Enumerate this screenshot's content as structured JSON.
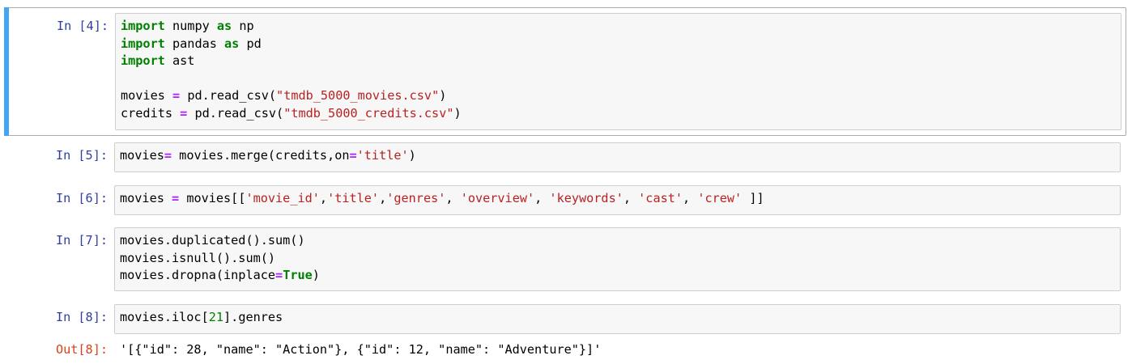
{
  "notebook": {
    "cells": [
      {
        "prompt": "In [4]:",
        "selected": true,
        "lines": [
          [
            {
              "t": "import",
              "c": "k"
            },
            {
              "t": " numpy "
            },
            {
              "t": "as",
              "c": "k"
            },
            {
              "t": " np"
            }
          ],
          [
            {
              "t": "import",
              "c": "k"
            },
            {
              "t": " pandas "
            },
            {
              "t": "as",
              "c": "k"
            },
            {
              "t": " pd"
            }
          ],
          [
            {
              "t": "import",
              "c": "k"
            },
            {
              "t": " ast"
            }
          ],
          [],
          [
            {
              "t": "movies "
            },
            {
              "t": "=",
              "c": "o"
            },
            {
              "t": " pd.read_csv("
            },
            {
              "t": "\"tmdb_5000_movies.csv\"",
              "c": "s"
            },
            {
              "t": ")"
            }
          ],
          [
            {
              "t": "credits "
            },
            {
              "t": "=",
              "c": "o"
            },
            {
              "t": " pd.read_csv("
            },
            {
              "t": "\"tmdb_5000_credits.csv\"",
              "c": "s"
            },
            {
              "t": ")"
            }
          ]
        ]
      },
      {
        "prompt": "In [5]:",
        "lines": [
          [
            {
              "t": "movies"
            },
            {
              "t": "=",
              "c": "o"
            },
            {
              "t": " movies.merge(credits,on"
            },
            {
              "t": "=",
              "c": "o"
            },
            {
              "t": "'title'",
              "c": "s"
            },
            {
              "t": ")"
            }
          ]
        ]
      },
      {
        "prompt": "In [6]:",
        "lines": [
          [
            {
              "t": "movies "
            },
            {
              "t": "=",
              "c": "o"
            },
            {
              "t": " movies[["
            },
            {
              "t": "'movie_id'",
              "c": "s"
            },
            {
              "t": ","
            },
            {
              "t": "'title'",
              "c": "s"
            },
            {
              "t": ","
            },
            {
              "t": "'genres'",
              "c": "s"
            },
            {
              "t": ", "
            },
            {
              "t": "'overview'",
              "c": "s"
            },
            {
              "t": ", "
            },
            {
              "t": "'keywords'",
              "c": "s"
            },
            {
              "t": ", "
            },
            {
              "t": "'cast'",
              "c": "s"
            },
            {
              "t": ", "
            },
            {
              "t": "'crew'",
              "c": "s"
            },
            {
              "t": " ]]"
            }
          ]
        ]
      },
      {
        "prompt": "In [7]:",
        "lines": [
          [
            {
              "t": "movies.duplicated().sum()"
            }
          ],
          [
            {
              "t": "movies.isnull().sum()"
            }
          ],
          [
            {
              "t": "movies.dropna(inplace"
            },
            {
              "t": "=",
              "c": "o"
            },
            {
              "t": "True",
              "c": "k"
            },
            {
              "t": ")"
            }
          ]
        ]
      },
      {
        "prompt": "In [8]:",
        "lines": [
          [
            {
              "t": "movies.iloc["
            },
            {
              "t": "21",
              "c": "n"
            },
            {
              "t": "].genres"
            }
          ]
        ],
        "output": {
          "prompt": "Out[8]:",
          "text": "'[{\"id\": 28, \"name\": \"Action\"}, {\"id\": 12, \"name\": \"Adventure\"}]'"
        }
      }
    ]
  },
  "colors": {
    "selected_bar": "#42a5f5",
    "in_prompt": "#303f9f",
    "out_prompt": "#d84315",
    "keyword": "#008000",
    "operator": "#aa22ff",
    "string": "#ba2121",
    "number": "#008000",
    "input_bg": "#f7f7f7"
  }
}
